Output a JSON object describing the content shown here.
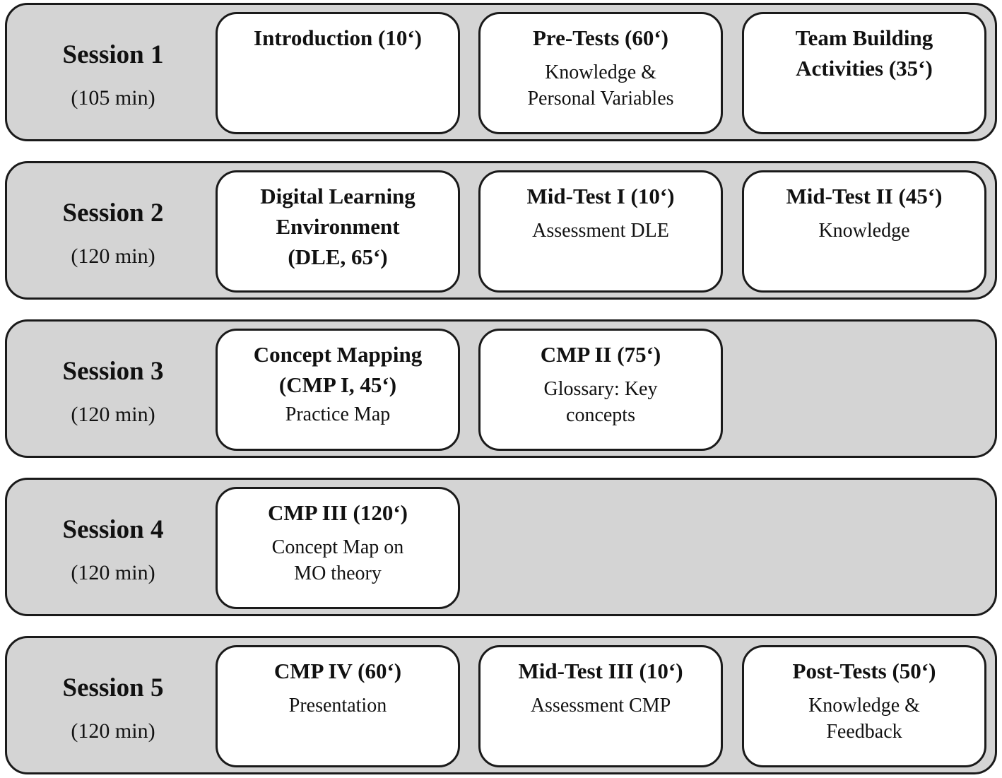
{
  "sessions": [
    {
      "title": "Session 1",
      "duration": "(105 min)",
      "activities": [
        {
          "title": "Introduction (10‘)",
          "detail": ""
        },
        {
          "title": "Pre-Tests (60‘)",
          "detail": "Knowledge &\nPersonal Variables"
        },
        {
          "title": "Team Building\nActivities (35‘)",
          "detail": ""
        }
      ]
    },
    {
      "title": "Session 2",
      "duration": "(120 min)",
      "activities": [
        {
          "title": "Digital Learning\nEnvironment\n(DLE, 65‘)",
          "detail": ""
        },
        {
          "title": "Mid-Test I (10‘)",
          "detail": "Assessment DLE"
        },
        {
          "title": "Mid-Test II (45‘)",
          "detail": "Knowledge"
        }
      ]
    },
    {
      "title": "Session 3",
      "duration": "(120 min)",
      "activities": [
        {
          "title": "Concept Mapping\n(CMP I, 45‘)",
          "detail": "Practice Map"
        },
        {
          "title": "CMP II (75‘)",
          "detail": "Glossary: Key\nconcepts"
        }
      ]
    },
    {
      "title": "Session 4",
      "duration": "(120 min)",
      "activities": [
        {
          "title": "CMP III (120‘)",
          "detail": "Concept Map on\nMO theory"
        }
      ]
    },
    {
      "title": "Session 5",
      "duration": "(120 min)",
      "activities": [
        {
          "title": "CMP IV (60‘)",
          "detail": "Presentation"
        },
        {
          "title": "Mid-Test III (10‘)",
          "detail": "Assessment CMP"
        },
        {
          "title": "Post-Tests (50‘)",
          "detail": "Knowledge &\nFeedback"
        }
      ]
    }
  ]
}
